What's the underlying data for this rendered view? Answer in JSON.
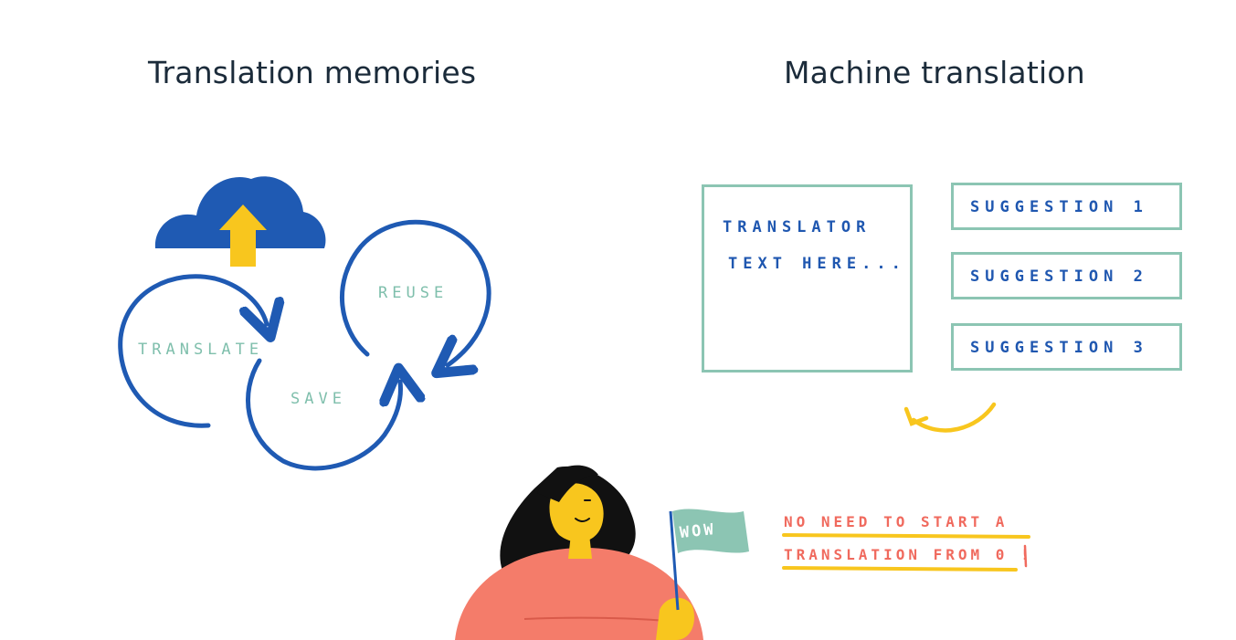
{
  "titles": {
    "translation_memories": "Translation memories",
    "machine_translation": "Machine translation"
  },
  "cycle": {
    "translate": "TRANSLATE",
    "save": "SAVE",
    "reuse": "REUSE"
  },
  "editor": {
    "line1": "TRANSLATOR",
    "line2": "TEXT HERE..."
  },
  "suggestions": [
    "SUGGESTION 1",
    "SUGGESTION 2",
    "SUGGESTION 3"
  ],
  "flag": {
    "text": "WOW"
  },
  "callout": {
    "line1": "NO NEED TO START A",
    "line2": "TRANSLATION FROM 0 !"
  },
  "colors": {
    "blue": "#1f5ab3",
    "teal": "#8cc5b3",
    "yellow": "#f8c61e",
    "coral": "#f47c6a",
    "navy_text": "#1b2b3a"
  },
  "icons": [
    "cloud-upload-icon",
    "cycle-arrows-icon",
    "curved-arrow-icon",
    "flag-icon"
  ]
}
